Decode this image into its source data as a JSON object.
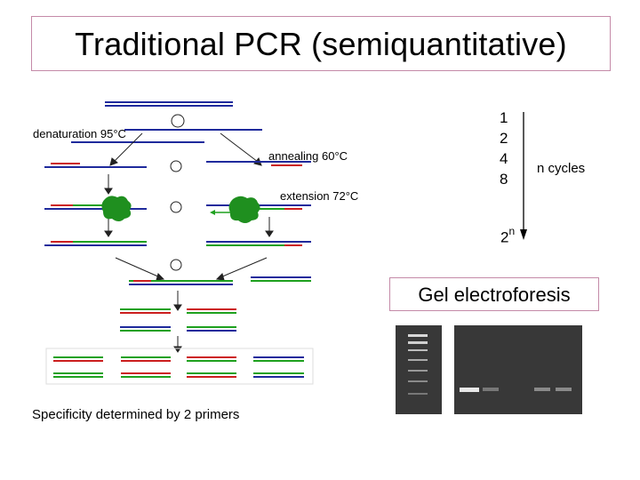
{
  "title": "Traditional PCR (semiquantitative)",
  "labels": {
    "denaturation": "denaturation 95°C",
    "annealing": "annealing 60°C",
    "extension": "extension 72°C"
  },
  "cycles": {
    "values": [
      "1",
      "2",
      "4",
      "8"
    ],
    "n_cycles": "n cycles",
    "two_power_base": "2",
    "two_power_exp": "n"
  },
  "gel": {
    "title": "Gel electroforesis"
  },
  "caption": "Specificity determined by 2 primers",
  "colors": {
    "strand_blue": "#1f2a9c",
    "primer_red": "#cc1f1f",
    "new_green": "#1fa11f",
    "polymerase_green": "#1f8f1f",
    "frame_pink": "#c48aa8",
    "gel_dark": "#383838"
  }
}
